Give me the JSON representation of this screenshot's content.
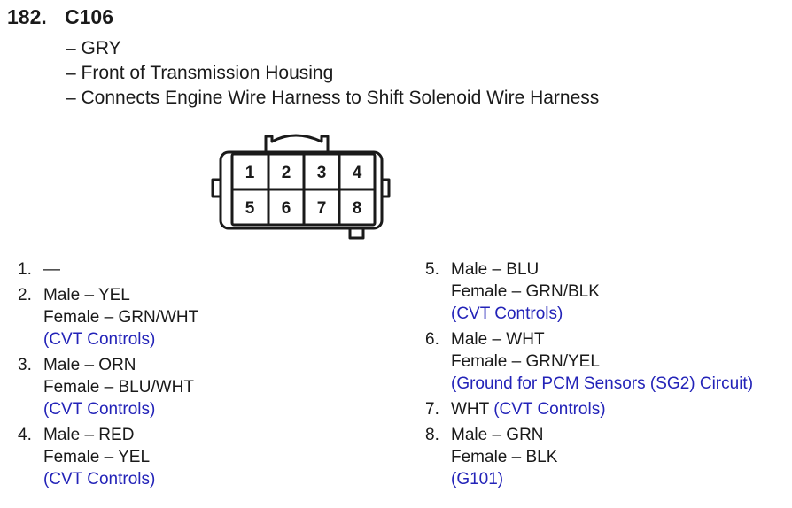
{
  "header": {
    "number": "182.",
    "code": "C106"
  },
  "details": {
    "color": "– GRY",
    "location": "– Front of Transmission Housing",
    "function": "– Connects Engine Wire Harness to Shift Solenoid Wire Harness"
  },
  "connector": {
    "pins_top": [
      "1",
      "2",
      "3",
      "4"
    ],
    "pins_bottom": [
      "5",
      "6",
      "7",
      "8"
    ]
  },
  "pins": {
    "p1": {
      "num": "1.",
      "line1": "—"
    },
    "p2": {
      "num": "2.",
      "male": "Male – YEL",
      "female": "Female – GRN/WHT",
      "ref": "(CVT Controls)"
    },
    "p3": {
      "num": "3.",
      "male": "Male – ORN",
      "female": "Female – BLU/WHT",
      "ref": "(CVT Controls)"
    },
    "p4": {
      "num": "4.",
      "male": "Male – RED",
      "female": "Female – YEL",
      "ref": "(CVT Controls)"
    },
    "p5": {
      "num": "5.",
      "male": "Male – BLU",
      "female": "Female – GRN/BLK",
      "ref": "(CVT Controls)"
    },
    "p6": {
      "num": "6.",
      "male": "Male – WHT",
      "female": "Female – GRN/YEL",
      "ref": "(Ground for PCM Sensors (SG2) Circuit)"
    },
    "p7": {
      "num": "7.",
      "color": "WHT",
      "ref": "(CVT Controls)"
    },
    "p8": {
      "num": "8.",
      "male": "Male – GRN",
      "female": "Female – BLK",
      "ref": "(G101)"
    }
  },
  "colors": {
    "text": "#1a1a1a",
    "link": "#2323b8"
  }
}
